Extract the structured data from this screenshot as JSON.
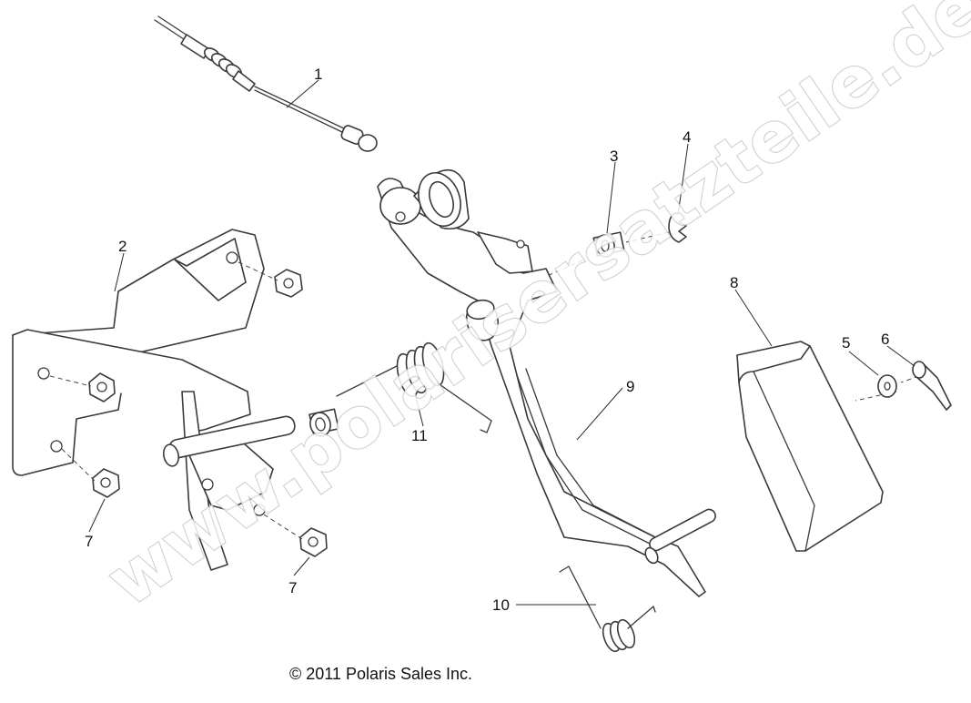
{
  "diagram": {
    "callouts": [
      "1",
      "2",
      "3",
      "4",
      "5",
      "6",
      "7",
      "7",
      "8",
      "9",
      "10",
      "11"
    ],
    "watermark": "www.polarisersatzteile.de",
    "copyright": "© 2011 Polaris Sales Inc."
  }
}
